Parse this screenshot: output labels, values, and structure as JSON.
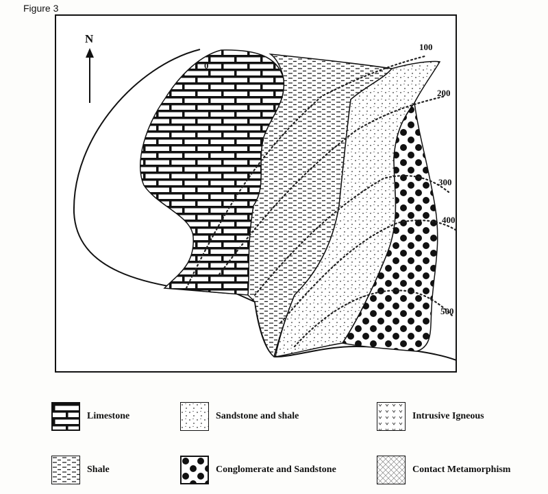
{
  "figure_label": "Figure 3",
  "north_arrow": {
    "label": "N",
    "icon": "north-arrow-icon"
  },
  "contours": [
    {
      "label": "0"
    },
    {
      "label": "100"
    },
    {
      "label": "200"
    },
    {
      "label": "300"
    },
    {
      "label": "400"
    },
    {
      "label": "500"
    }
  ],
  "legend": [
    {
      "label": "Limestone",
      "pattern": "brick"
    },
    {
      "label": "Sandstone and shale",
      "pattern": "dots"
    },
    {
      "label": "Intrusive Igneous",
      "pattern": "v-marks"
    },
    {
      "label": "Shale",
      "pattern": "dashes"
    },
    {
      "label": "Conglomerate and Sandstone",
      "pattern": "large-circles"
    },
    {
      "label": "Contact Metamorphism",
      "pattern": "crosshatch"
    }
  ],
  "colors": {
    "ink": "#111111",
    "paper": "#ffffff"
  }
}
